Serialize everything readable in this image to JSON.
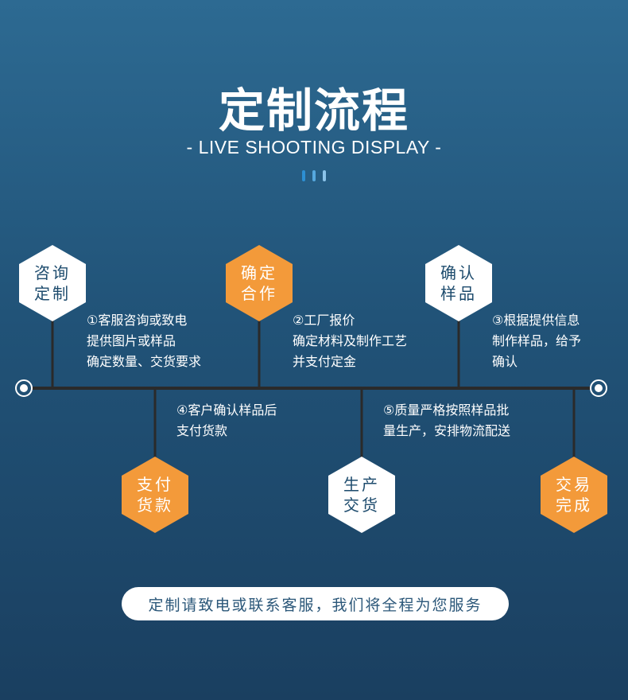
{
  "header": {
    "title": "定制流程",
    "subtitle": "- LIVE SHOOTING DISPLAY -"
  },
  "steps": [
    {
      "label": "咨询定制",
      "description": "①客服咨询或致电\n提供图片或样品\n确定数量、交货要求",
      "color": "white"
    },
    {
      "label": "确定合作",
      "description": "②工厂报价\n确定材料及制作工艺\n并支付定金",
      "color": "orange"
    },
    {
      "label": "确认样品",
      "description": "③根据提供信息\n制作样品，给予\n确认",
      "color": "white"
    },
    {
      "label": "支付货款",
      "description": "④客户确认样品后\n支付货款",
      "color": "orange"
    },
    {
      "label": "生产交货",
      "description": "⑤质量严格按照样品批\n量生产，安排物流配送",
      "color": "white"
    },
    {
      "label": "交易完成",
      "description": "",
      "color": "orange"
    }
  ],
  "footer": {
    "text": "定制请致电或联系客服，我们将全程为您服务"
  },
  "colors": {
    "accent_orange": "#f39a3a",
    "node_white": "#ffffff",
    "background_top": "#2d6a92",
    "background_bottom": "#1a3f60",
    "line": "#2a2a2a"
  }
}
